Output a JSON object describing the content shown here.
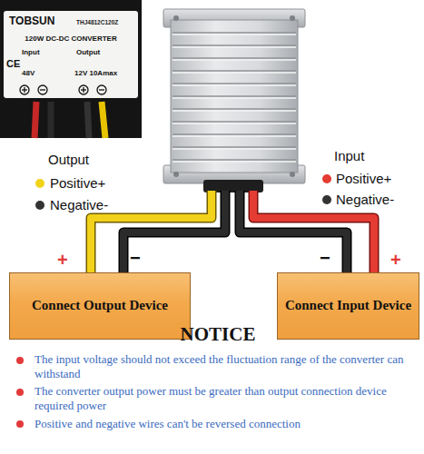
{
  "diagram": {
    "nodes": [
      {
        "text": [
          "TOBSUN",
          "THJ4812C120Z",
          "120W DC-DC CONVERTER",
          "Input",
          "Output",
          "CE",
          "48V",
          "12V 10Amax"
        ]
      },
      {
        "text": [
          "Connect Output Device"
        ]
      },
      {
        "text": [
          "Connect Input Device"
        ]
      }
    ],
    "labels": [
      "Output",
      "Positive+",
      "Negative-",
      "Input",
      "Positive+",
      "Negative-",
      "+",
      "−",
      "−",
      "+",
      "NOTICE",
      "The input voltage should not exceed the fluctuation range of the converter can withstand",
      "The converter output power must be greater than output connection device required power",
      "Positive and negative wires can't be reversed connection"
    ]
  }
}
